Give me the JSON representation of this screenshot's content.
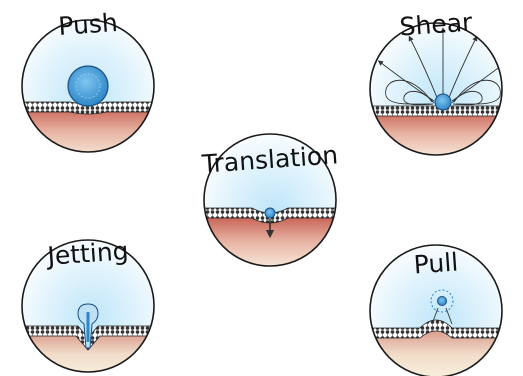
{
  "panels": {
    "push": {
      "title": "Push"
    },
    "shear": {
      "title": "Shear"
    },
    "translation": {
      "title": "Translation"
    },
    "jetting": {
      "title": "Jetting"
    },
    "pull": {
      "title": "Pull"
    }
  },
  "colors": {
    "fluid_light": "#ffffff",
    "fluid_blue": "#cdeaf8",
    "tissue_red": "#d98a7a",
    "tissue_light": "#f7e9d6",
    "membrane": "#3a3a3a",
    "bubble_blue": "#2f8fd0",
    "outline": "#1a1a1a"
  }
}
